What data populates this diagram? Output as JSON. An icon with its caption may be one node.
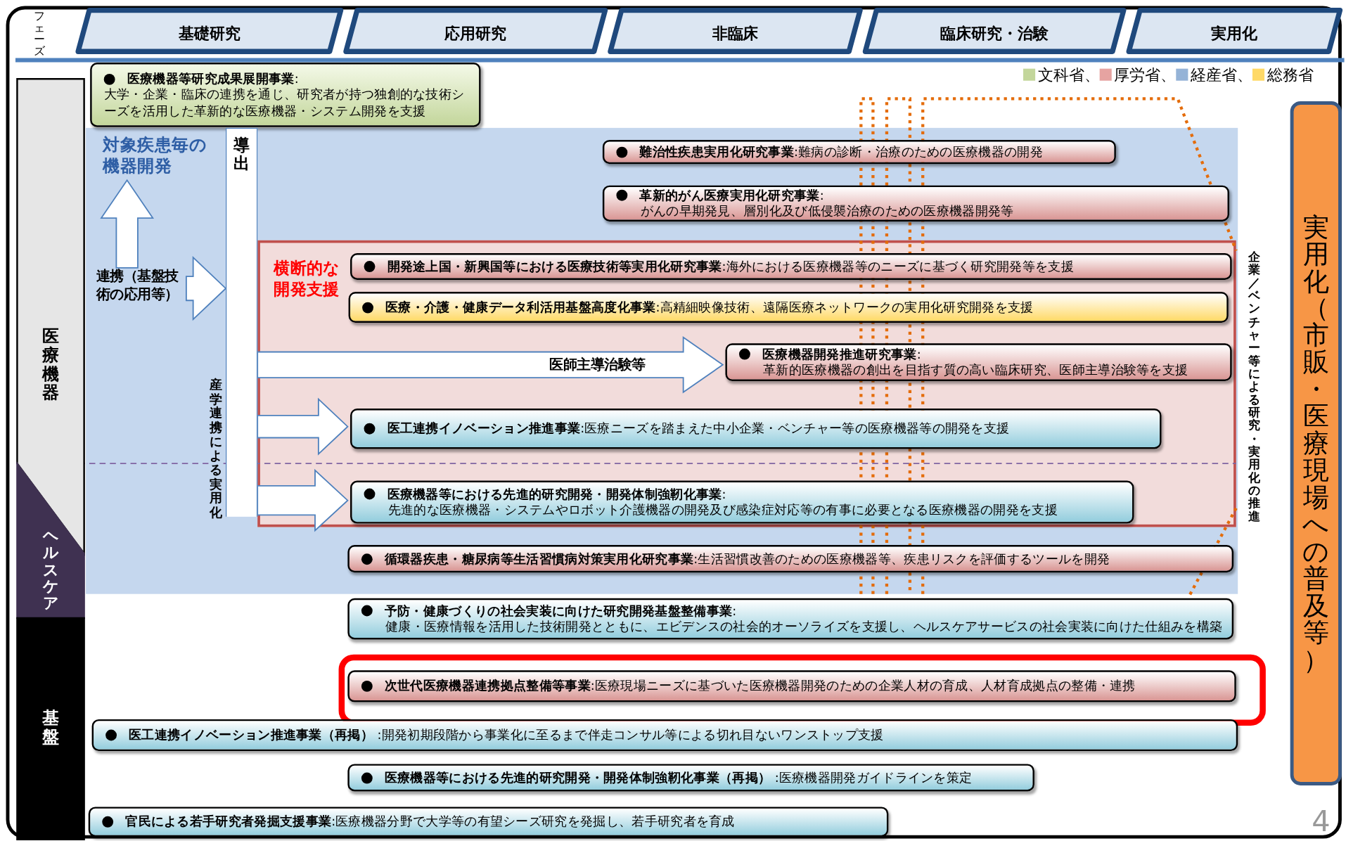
{
  "diagram": {
    "nodes": [
      {
        "text": [
          "基礎研究"
        ]
      },
      {
        "text": [
          "応用研究"
        ]
      },
      {
        "text": [
          "非臨床"
        ]
      },
      {
        "text": [
          "臨床研究・治験"
        ]
      },
      {
        "text": [
          "実用化"
        ]
      },
      {
        "text": [
          "医療機器"
        ]
      },
      {
        "text": [
          "ヘルスケア"
        ]
      },
      {
        "text": [
          "基盤"
        ]
      },
      {
        "text": [
          "**医療機器等研究成果展開事業**:",
          "大学・企業・臨床の連携を通じ、研究者が持つ独創的な技術シーズを活用した革新的な医療機器・システム開発を支援"
        ]
      },
      {
        "text": [
          "対象疾患毎の機器開発"
        ]
      },
      {
        "text": [
          "導出"
        ],
        "in": 9,
        "beside": [
          "産学連携による実用化"
        ]
      },
      {
        "text": [
          "連携（基盤技術の応用等）"
        ],
        "in": 9
      },
      {
        "text": [
          "**難治性疾患実用化研究事業**:",
          "難病の診断・治療のための医療機器の開発"
        ],
        "in": 9
      },
      {
        "text": [
          "**革新的がん医療実用化研究事業**:",
          "がんの早期発見、層別化及び低侵襲治療のための医療機器開発等"
        ],
        "in": 9
      },
      {
        "text": [
          "横断的な開発支援"
        ],
        "in": 9
      },
      {
        "text": [
          "**開発途上国・新興国等における医療技術等実用化研究事業**:",
          "海外における医療機器等のニーズに基づく研究開発等を支援"
        ],
        "in": 14
      },
      {
        "text": [
          "**医療・介護・健康データ利活用基盤高度化事業**:",
          "高精細映像技術、遠隔医療ネットワークの実用化研究開発を支援"
        ],
        "in": 14
      },
      {
        "text": [
          "**医療機器開発推進研究事業**:",
          "革新的医療機器の創出を目指す質の高い臨床研究、医師主導治験等を支援"
        ],
        "in": 14
      },
      {
        "text": [
          "**医工連携イノベーション推進事業**:",
          "医療ニーズを踏まえた中小企業・ベンチャー等の医療機器等の開発を支援"
        ],
        "in": 14
      },
      {
        "text": [
          "**医療機器等における先進的研究開発・開発体制強靭化事業**:",
          "先進的な医療機器・システムやロボット介護機器の開発及び感染症対応等の有事に必要となる医療機器の開発を支援"
        ],
        "in": 14
      },
      {
        "text": [
          "**循環器疾患・糖尿病等生活習慣病対策実用化研究事業**:",
          "生活習慣改善のための医療機器等、疾患リスクを評価するツールを開発"
        ],
        "in": 9
      },
      {
        "text": [
          "**予防・健康づくりの社会実装に向けた研究開発基盤整備事業**:",
          "健康・医療情報を活用した技術開発とともに、エビデンスの社会的オーソライズを支援し、ヘルスケアサービスの社会実装に向けた仕組みを構築"
        ]
      },
      {
        "text": [
          "**次世代医療機器連携拠点整備等事業**:",
          "医療現場ニーズに基づいた医療機器開発のための企業人材の育成、人材育成拠点の整備・連携"
        ]
      },
      {
        "text": [
          "**医工連携イノベーション推進事業（再掲）** :",
          "開発初期段階から事業化に至るまで伴走コンサル等による切れ目ないワンストップ支援"
        ]
      },
      {
        "text": [
          "**医療機器等における先進的研究開発・開発体制強靭化事業（再掲）** :",
          "医療機器開発ガイドラインを策定"
        ]
      },
      {
        "text": [
          "**官民による若手研究者発掘支援事業**:",
          "医療機器分野で大学等の有望シーズ研究を発掘し、若手研究者を育成"
        ]
      },
      {
        "text": [
          "実用化（市販・医療現場への普及等）"
        ]
      }
    ],
    "edges": [
      {
        "from": 11,
        "to": 10,
        "arrow": "to"
      },
      {
        "from": 11,
        "to": null,
        "arrow": "to"
      },
      {
        "from": 10,
        "to": 17,
        "arrow": "to",
        "label": "医師主導治験等"
      },
      {
        "from": 10,
        "to": 18,
        "arrow": "to"
      },
      {
        "from": 10,
        "to": 19,
        "arrow": "to"
      }
    ],
    "labels": [
      "フェーズ",
      "企業／ベンチャー等による研究・実用化の推進",
      "4"
    ],
    "legend": [
      {
        "text": "文科省、",
        "color": "#c3d69b"
      },
      {
        "text": "厚労省、",
        "color": "#e6a3a1"
      },
      {
        "text": "経産省、",
        "color": "#95b3d7"
      },
      {
        "text": "総務省",
        "color": "#ffd966"
      }
    ]
  }
}
